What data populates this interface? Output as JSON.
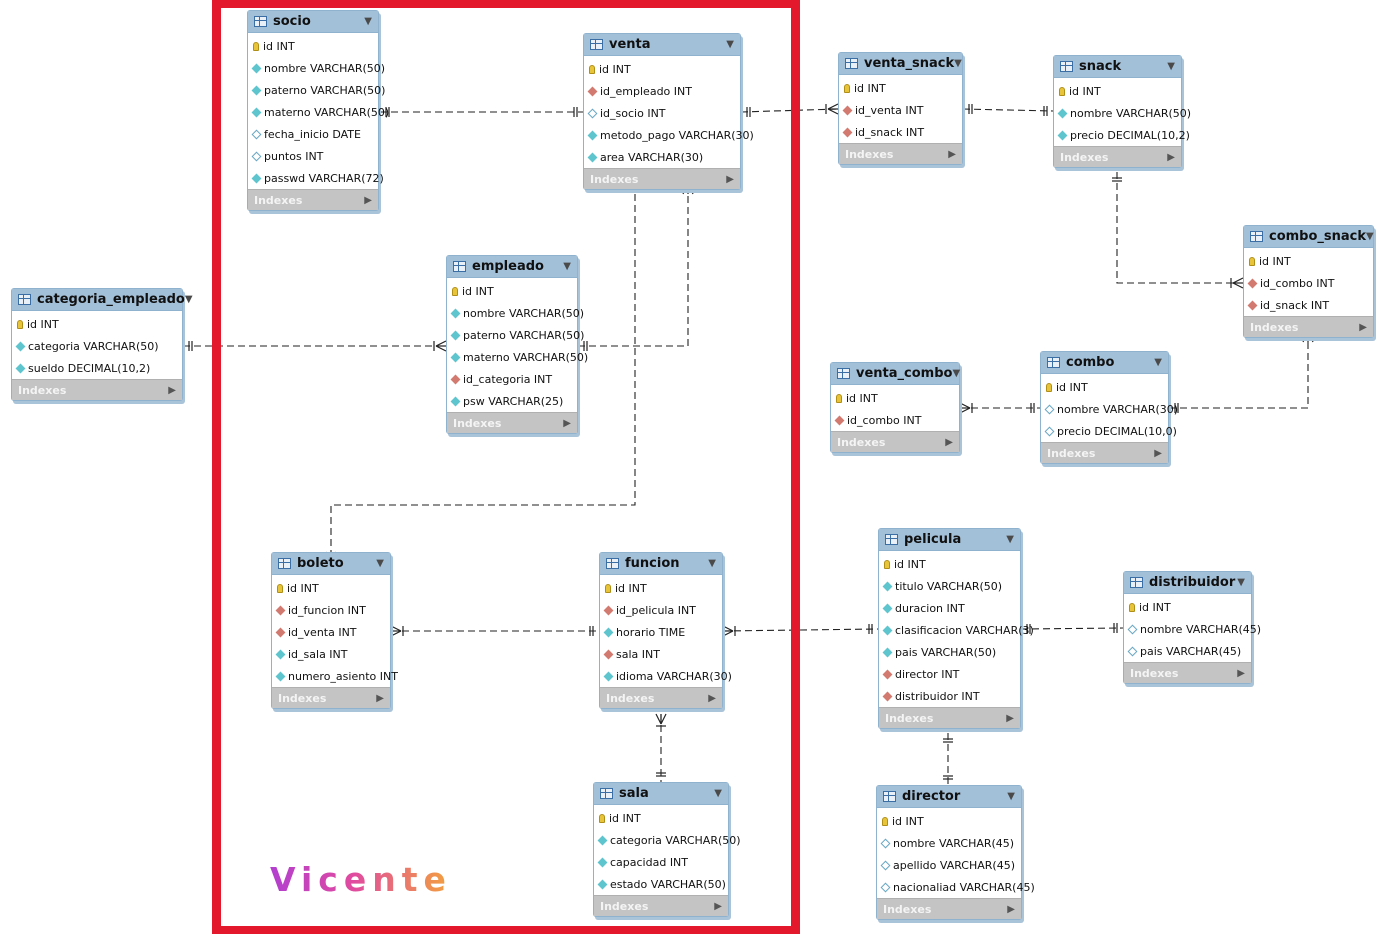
{
  "colors": {
    "header": "#a3c0d9",
    "indexes_bar": "#c4c4c4",
    "frame": "#e3182d",
    "key_icon": "#e8c43a",
    "fk_icon": "#d27a6f",
    "not_null_icon": "#5ec5cf"
  },
  "signature": "Vicente",
  "indexes_label": "Indexes",
  "tables": [
    {
      "id": "socio",
      "name": "socio",
      "columns": [
        {
          "text": "id INT",
          "icon": "key-icon"
        },
        {
          "text": "nombre VARCHAR(50)",
          "icon": "not-null-column-icon"
        },
        {
          "text": "paterno VARCHAR(50)",
          "icon": "not-null-column-icon"
        },
        {
          "text": "materno VARCHAR(50)",
          "icon": "not-null-column-icon"
        },
        {
          "text": "fecha_inicio DATE",
          "icon": "nullable-column-icon"
        },
        {
          "text": "puntos INT",
          "icon": "nullable-column-icon"
        },
        {
          "text": "passwd VARCHAR(72)",
          "icon": "not-null-column-icon"
        }
      ]
    },
    {
      "id": "venta",
      "name": "venta",
      "columns": [
        {
          "text": "id INT",
          "icon": "key-icon"
        },
        {
          "text": "id_empleado INT",
          "icon": "foreign-key-icon"
        },
        {
          "text": "id_socio INT",
          "icon": "nullable-column-icon"
        },
        {
          "text": "metodo_pago VARCHAR(30)",
          "icon": "not-null-column-icon"
        },
        {
          "text": "area VARCHAR(30)",
          "icon": "not-null-column-icon"
        }
      ]
    },
    {
      "id": "empleado",
      "name": "empleado",
      "columns": [
        {
          "text": "id INT",
          "icon": "key-icon"
        },
        {
          "text": "nombre VARCHAR(50)",
          "icon": "not-null-column-icon"
        },
        {
          "text": "paterno VARCHAR(50)",
          "icon": "not-null-column-icon"
        },
        {
          "text": "materno VARCHAR(50)",
          "icon": "not-null-column-icon"
        },
        {
          "text": "id_categoria INT",
          "icon": "foreign-key-icon"
        },
        {
          "text": "psw VARCHAR(25)",
          "icon": "not-null-column-icon"
        }
      ]
    },
    {
      "id": "categoria_empleado",
      "name": "categoria_empleado",
      "columns": [
        {
          "text": "id INT",
          "icon": "key-icon"
        },
        {
          "text": "categoria VARCHAR(50)",
          "icon": "not-null-column-icon"
        },
        {
          "text": "sueldo DECIMAL(10,2)",
          "icon": "not-null-column-icon"
        }
      ]
    },
    {
      "id": "boleto",
      "name": "boleto",
      "columns": [
        {
          "text": "id INT",
          "icon": "key-icon"
        },
        {
          "text": "id_funcion INT",
          "icon": "foreign-key-icon"
        },
        {
          "text": "id_venta INT",
          "icon": "foreign-key-icon"
        },
        {
          "text": "id_sala INT",
          "icon": "not-null-column-icon"
        },
        {
          "text": "numero_asiento INT",
          "icon": "not-null-column-icon"
        }
      ]
    },
    {
      "id": "funcion",
      "name": "funcion",
      "columns": [
        {
          "text": "id INT",
          "icon": "key-icon"
        },
        {
          "text": "id_pelicula INT",
          "icon": "foreign-key-icon"
        },
        {
          "text": "horario TIME",
          "icon": "not-null-column-icon"
        },
        {
          "text": "sala INT",
          "icon": "foreign-key-icon"
        },
        {
          "text": "idioma VARCHAR(30)",
          "icon": "not-null-column-icon"
        }
      ]
    },
    {
      "id": "sala",
      "name": "sala",
      "columns": [
        {
          "text": "id INT",
          "icon": "key-icon"
        },
        {
          "text": "categoria VARCHAR(50)",
          "icon": "not-null-column-icon"
        },
        {
          "text": "capacidad INT",
          "icon": "not-null-column-icon"
        },
        {
          "text": "estado VARCHAR(50)",
          "icon": "not-null-column-icon"
        }
      ]
    },
    {
      "id": "venta_snack",
      "name": "venta_snack",
      "columns": [
        {
          "text": "id INT",
          "icon": "key-icon"
        },
        {
          "text": "id_venta INT",
          "icon": "foreign-key-icon"
        },
        {
          "text": "id_snack INT",
          "icon": "foreign-key-icon"
        }
      ]
    },
    {
      "id": "snack",
      "name": "snack",
      "columns": [
        {
          "text": "id INT",
          "icon": "key-icon"
        },
        {
          "text": "nombre VARCHAR(50)",
          "icon": "not-null-column-icon"
        },
        {
          "text": "precio DECIMAL(10,2)",
          "icon": "not-null-column-icon"
        }
      ]
    },
    {
      "id": "combo_snack",
      "name": "combo_snack",
      "columns": [
        {
          "text": "id INT",
          "icon": "key-icon"
        },
        {
          "text": "id_combo INT",
          "icon": "foreign-key-icon"
        },
        {
          "text": "id_snack INT",
          "icon": "foreign-key-icon"
        }
      ]
    },
    {
      "id": "venta_combo",
      "name": "venta_combo",
      "columns": [
        {
          "text": "id INT",
          "icon": "key-icon"
        },
        {
          "text": "id_combo INT",
          "icon": "foreign-key-icon"
        }
      ]
    },
    {
      "id": "combo",
      "name": "combo",
      "columns": [
        {
          "text": "id INT",
          "icon": "key-icon"
        },
        {
          "text": "nombre VARCHAR(30)",
          "icon": "nullable-column-icon"
        },
        {
          "text": "precio DECIMAL(10,0)",
          "icon": "nullable-column-icon"
        }
      ]
    },
    {
      "id": "pelicula",
      "name": "pelicula",
      "columns": [
        {
          "text": "id INT",
          "icon": "key-icon"
        },
        {
          "text": "titulo VARCHAR(50)",
          "icon": "not-null-column-icon"
        },
        {
          "text": "duracion INT",
          "icon": "not-null-column-icon"
        },
        {
          "text": "clasificacion VARCHAR(3)",
          "icon": "not-null-column-icon"
        },
        {
          "text": "pais VARCHAR(50)",
          "icon": "not-null-column-icon"
        },
        {
          "text": "director INT",
          "icon": "foreign-key-icon"
        },
        {
          "text": "distribuidor INT",
          "icon": "foreign-key-icon"
        }
      ]
    },
    {
      "id": "distribuidor",
      "name": "distribuidor",
      "columns": [
        {
          "text": "id INT",
          "icon": "key-icon"
        },
        {
          "text": "nombre VARCHAR(45)",
          "icon": "nullable-column-icon"
        },
        {
          "text": "pais VARCHAR(45)",
          "icon": "nullable-column-icon"
        }
      ]
    },
    {
      "id": "director",
      "name": "director",
      "columns": [
        {
          "text": "id INT",
          "icon": "key-icon"
        },
        {
          "text": "nombre VARCHAR(45)",
          "icon": "nullable-column-icon"
        },
        {
          "text": "apellido VARCHAR(45)",
          "icon": "nullable-column-icon"
        },
        {
          "text": "nacionaliad VARCHAR(45)",
          "icon": "nullable-column-icon"
        }
      ]
    }
  ],
  "relationships": [
    {
      "id": "socio-venta",
      "from": "socio",
      "to": "venta"
    },
    {
      "id": "venta-venta_snack",
      "from": "venta",
      "to": "venta_snack"
    },
    {
      "id": "venta_snack-snack",
      "from": "venta_snack",
      "to": "snack"
    },
    {
      "id": "snack-combo_snack",
      "from": "snack",
      "to": "combo_snack"
    },
    {
      "id": "combo-combo_snack",
      "from": "combo",
      "to": "combo_snack"
    },
    {
      "id": "venta_combo-combo",
      "from": "venta_combo",
      "to": "combo"
    },
    {
      "id": "categoria_empleado-empleado",
      "from": "categoria_empleado",
      "to": "empleado"
    },
    {
      "id": "empleado-venta",
      "from": "empleado",
      "to": "venta"
    },
    {
      "id": "venta-boleto",
      "from": "venta",
      "to": "boleto"
    },
    {
      "id": "boleto-funcion",
      "from": "boleto",
      "to": "funcion"
    },
    {
      "id": "funcion-pelicula",
      "from": "funcion",
      "to": "pelicula"
    },
    {
      "id": "funcion-sala",
      "from": "funcion",
      "to": "sala"
    },
    {
      "id": "pelicula-distribuidor",
      "from": "pelicula",
      "to": "distribuidor"
    },
    {
      "id": "pelicula-director",
      "from": "pelicula",
      "to": "director"
    }
  ]
}
